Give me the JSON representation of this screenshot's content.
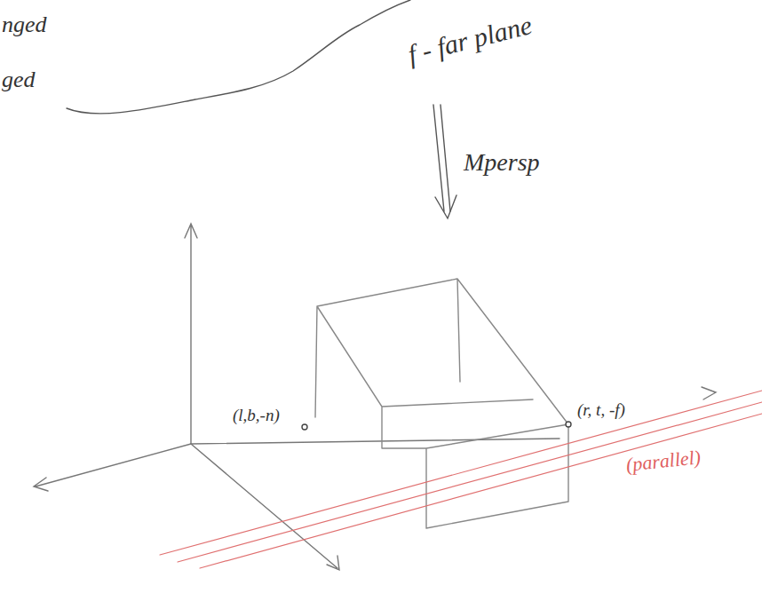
{
  "diagram": {
    "labels": [
      "nged",
      "ged",
      "f - far plane",
      "Mpersp",
      "(l,b,-n)",
      "(r, t, -f)",
      "(parallel)"
    ]
  }
}
